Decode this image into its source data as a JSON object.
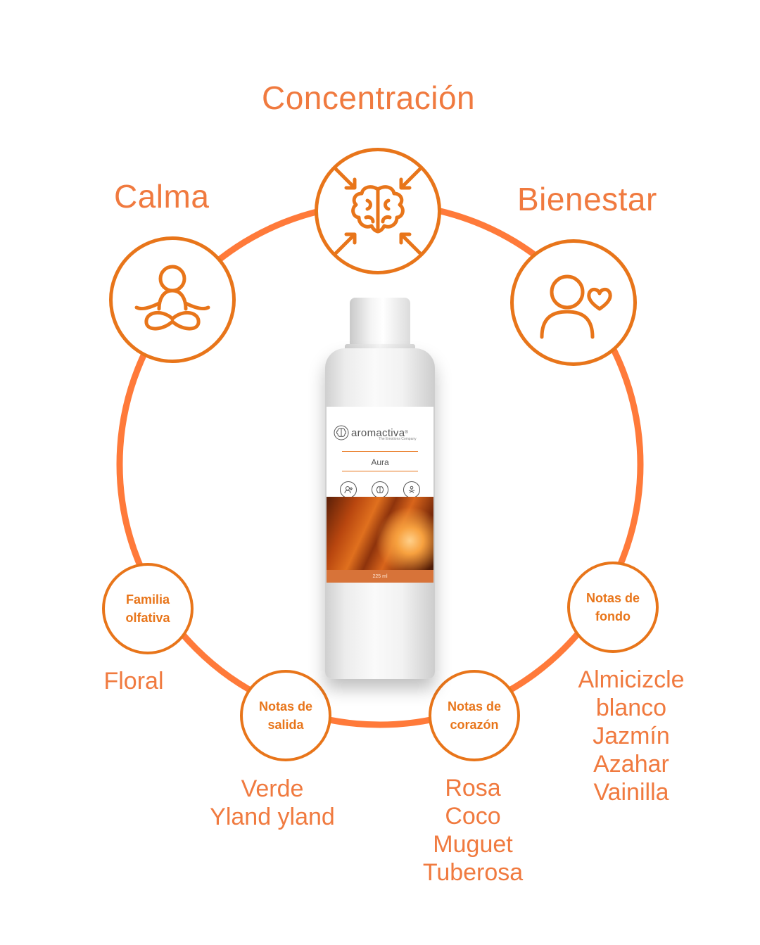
{
  "colors": {
    "accent": "#E8751A",
    "text": "#F07A3F",
    "background": "#FFFFFF"
  },
  "benefits": [
    {
      "title": "Concentración",
      "icon": "brain-focus-icon"
    },
    {
      "title": "Calma",
      "icon": "meditation-icon"
    },
    {
      "title": "Bienestar",
      "icon": "person-heart-icon"
    }
  ],
  "notes": {
    "familia": {
      "label": "Familia\nolfativa",
      "items": [
        "Floral"
      ]
    },
    "salida": {
      "label": "Notas de\nsalida",
      "items": [
        "Verde",
        "Yland yland"
      ]
    },
    "corazon": {
      "label": "Notas de\ncorazón",
      "items": [
        "Rosa",
        "Coco",
        "Muguet",
        "Tuberosa"
      ]
    },
    "fondo": {
      "label": "Notas de\nfondo",
      "items": [
        "Almicizcle",
        "blanco",
        "Jazmín",
        "Azahar",
        "Vainilla"
      ]
    }
  },
  "product": {
    "brand": "aromactiva",
    "brand_mark": "®",
    "tagline": "The Emotions Company",
    "name": "Aura",
    "volume": "225 ml"
  }
}
